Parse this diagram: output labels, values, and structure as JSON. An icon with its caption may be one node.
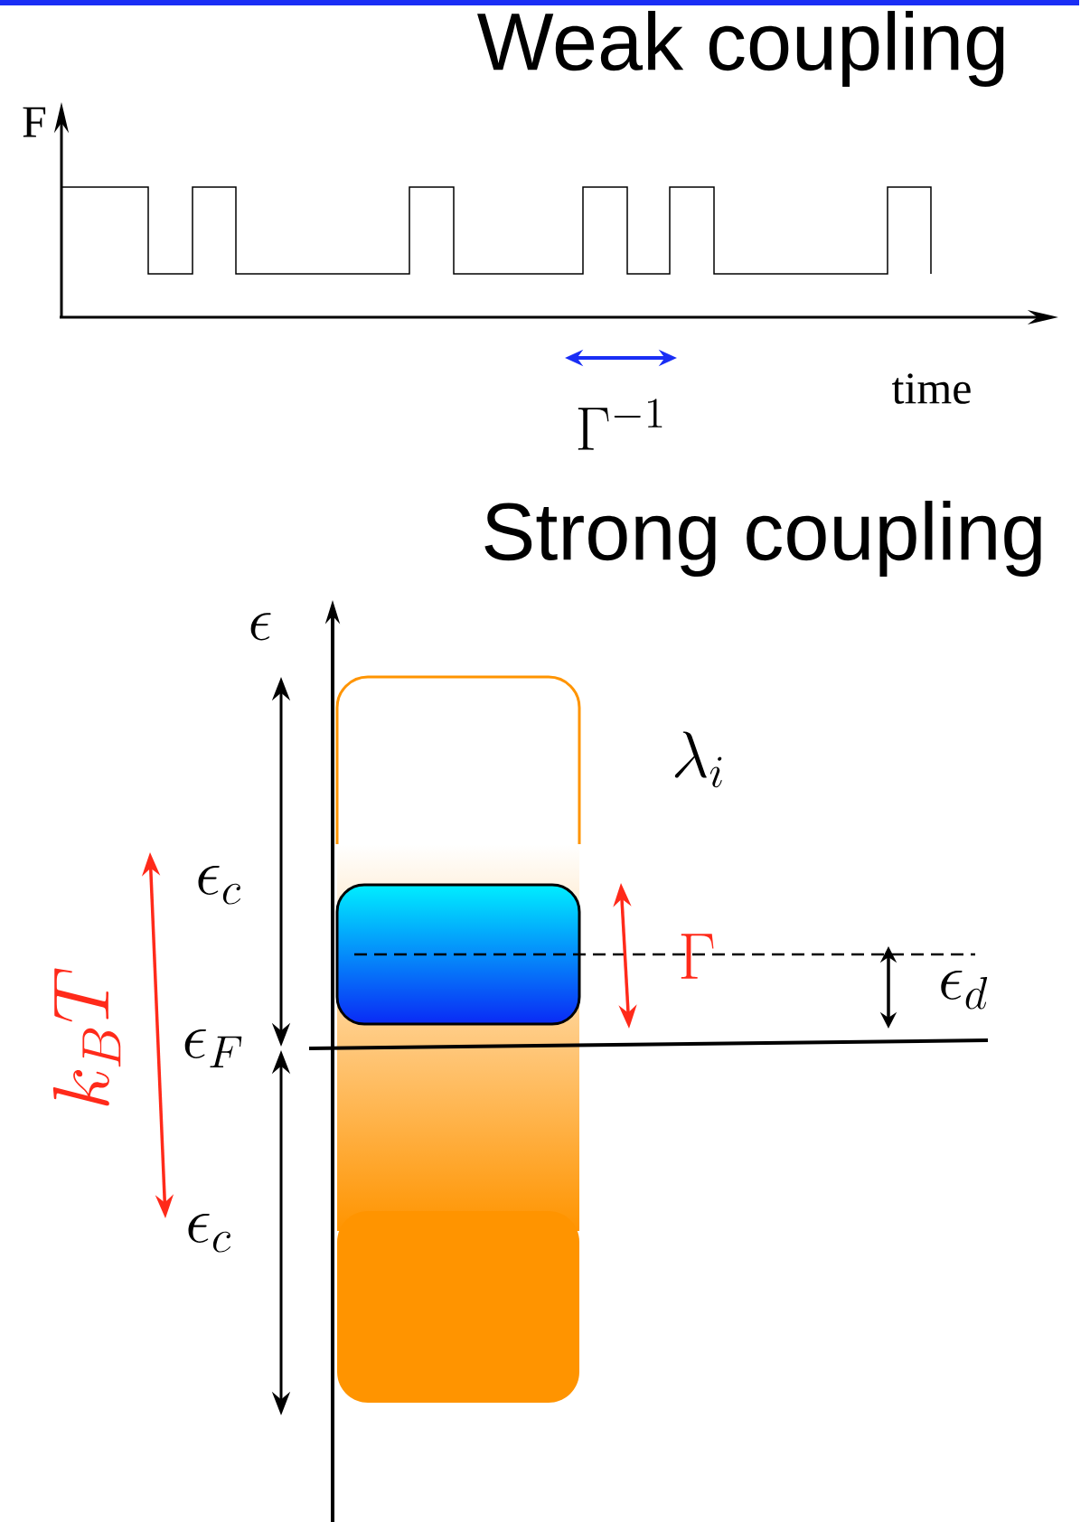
{
  "diagram": {
    "labels": [
      "Weak coupling",
      "F",
      "time",
      "\\Gamma^{-1}",
      "Strong coupling",
      "\\epsilon",
      "\\lambda_i",
      "\\epsilon_c",
      "k_B T",
      "\\Gamma",
      "\\epsilon_d",
      "\\epsilon_F",
      "\\epsilon_c"
    ]
  }
}
